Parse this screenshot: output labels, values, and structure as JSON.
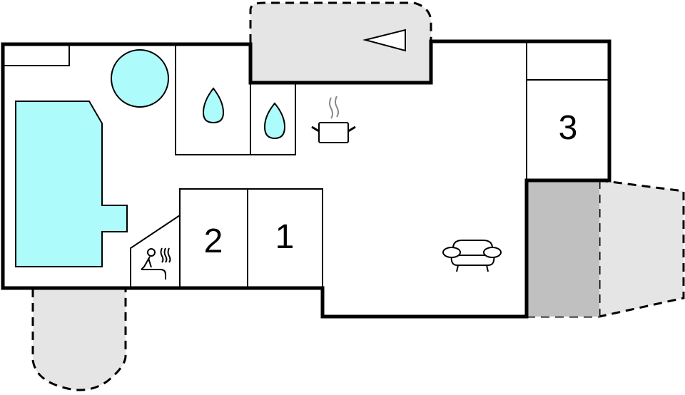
{
  "floorplan": {
    "colors": {
      "wall": "#000000",
      "water": "#aefbfb",
      "outdoor_light": "#e5e5e5",
      "outdoor_dark": "#c0c0c0",
      "background": "#ffffff"
    },
    "rooms": [
      {
        "id": "bedroom-1",
        "label": "1"
      },
      {
        "id": "bedroom-2",
        "label": "2"
      },
      {
        "id": "bedroom-3",
        "label": "3"
      }
    ],
    "icons": [
      "pool-icon",
      "hot-tub-icon",
      "water-drop-icon",
      "water-drop-icon",
      "cooking-pot-icon",
      "sauna-icon",
      "sofa-icon",
      "entrance-arrow-icon"
    ]
  }
}
